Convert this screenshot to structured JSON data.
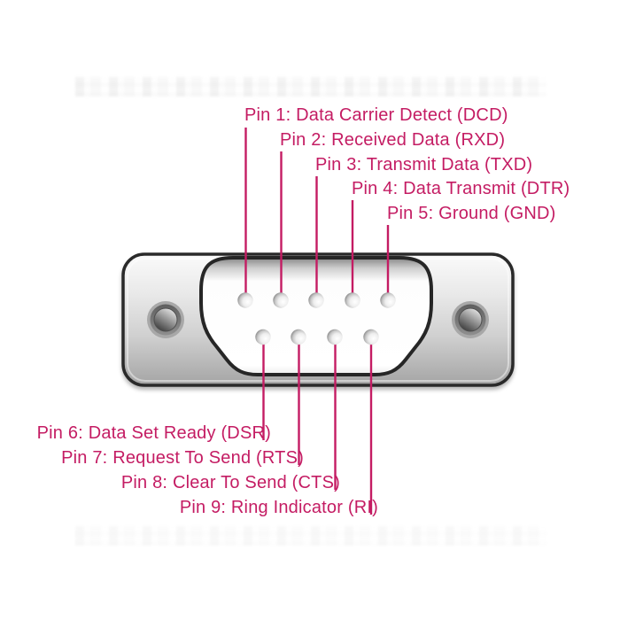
{
  "pins": {
    "top": [
      {
        "number": "1",
        "label": "Pin 1: Data Carrier Detect (DCD)"
      },
      {
        "number": "2",
        "label": "Pin 2: Received Data (RXD)"
      },
      {
        "number": "3",
        "label": "Pin 3: Transmit Data (TXD)"
      },
      {
        "number": "4",
        "label": "Pin 4: Data Transmit (DTR)"
      },
      {
        "number": "5",
        "label": "Pin 5: Ground (GND)"
      }
    ],
    "bottom": [
      {
        "number": "6",
        "label": "Pin 6: Data Set Ready (DSR)"
      },
      {
        "number": "7",
        "label": "Pin 7: Request To Send (RTS)"
      },
      {
        "number": "8",
        "label": "Pin 8: Clear To Send (CTS)"
      },
      {
        "number": "9",
        "label": "Pin 9: Ring Indicator (RI)"
      }
    ]
  },
  "colors": {
    "label_text": "#c41c63",
    "leader_line": "#c41c63",
    "connector_body_light": "#f8f8f8",
    "connector_body_dark": "#a6a6a6",
    "outline": "#2b2b2b",
    "opening_fill": "#ffffff"
  }
}
